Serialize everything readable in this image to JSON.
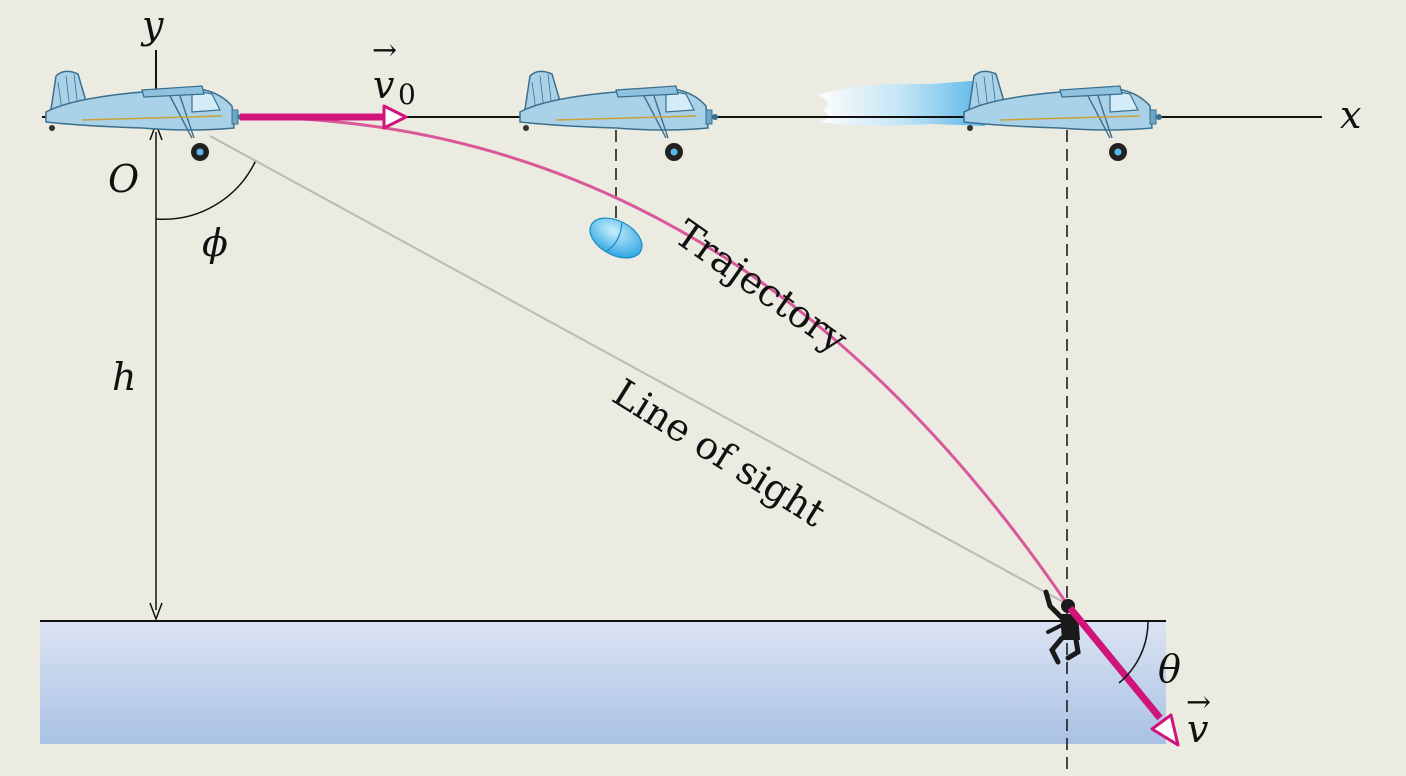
{
  "labels": {
    "y_axis": "y",
    "x_axis": "x",
    "origin": "O",
    "height": "h",
    "angle_sight": "ϕ",
    "angle_impact": "θ",
    "initial_velocity": "v",
    "initial_velocity_subscript": "0",
    "final_velocity": "v",
    "vector_arrow": "→",
    "trajectory": "Trajectory",
    "line_of_sight": "Line of sight"
  },
  "colors": {
    "background": "#ecebe1",
    "trajectory": "#d9589a",
    "vector": "#d0147a",
    "line_of_sight": "#b9b9b9",
    "airplane_body": "#a9d2e8",
    "airplane_outline": "#3b6f8e",
    "capsule": "#5ab9ec",
    "water_top": "#dbe3f2",
    "water_bottom": "#a9c1e4",
    "person": "#1a1a1a",
    "axis": "#111111"
  },
  "icons": {
    "airplane": "airplane-icon",
    "capsule": "capsule-icon",
    "person": "castaway-icon",
    "motion_blur": "motion-blur-icon"
  }
}
